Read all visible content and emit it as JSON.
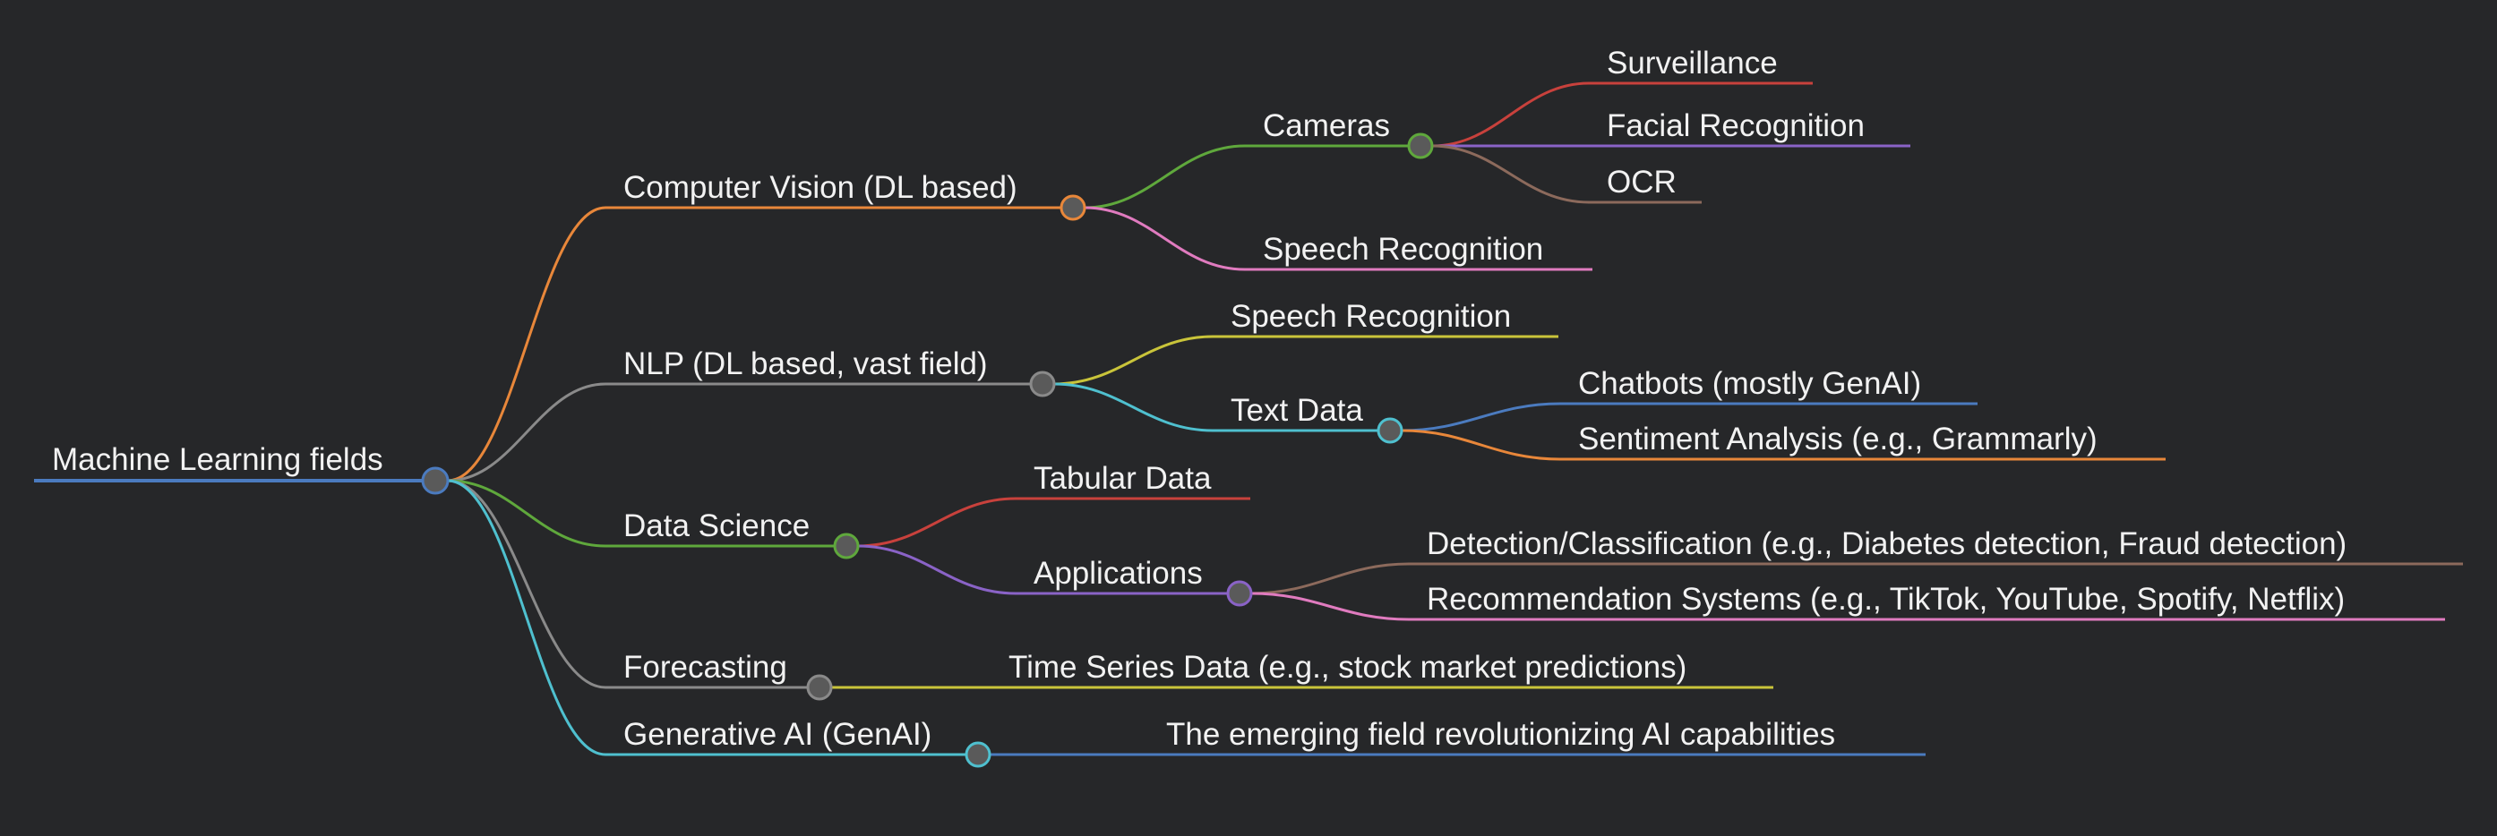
{
  "mindmap": {
    "root": {
      "label": "Machine Learning fields",
      "color": "#4b7bbf"
    },
    "branches": [
      {
        "label": "Computer Vision (DL based)",
        "color": "#e8873a",
        "children": [
          {
            "label": "Cameras",
            "color": "#5fa83c",
            "children": [
              {
                "label": "Surveillance",
                "color": "#c8413c"
              },
              {
                "label": "Facial Recognition",
                "color": "#8a63c7"
              },
              {
                "label": "OCR",
                "color": "#8c6a5c"
              }
            ]
          },
          {
            "label": "Speech Recognition",
            "color": "#e07bbf"
          }
        ]
      },
      {
        "label": "NLP (DL based, vast field)",
        "color": "#8a8a8a",
        "children": [
          {
            "label": "Speech Recognition",
            "color": "#c9c43a"
          },
          {
            "label": "Text Data",
            "color": "#4fc0cf",
            "children": [
              {
                "label": "Chatbots (mostly GenAI)",
                "color": "#4b7bbf"
              },
              {
                "label": "Sentiment Analysis (e.g., Grammarly)",
                "color": "#e8873a"
              }
            ]
          }
        ]
      },
      {
        "label": "Data Science",
        "color": "#5fa83c",
        "children": [
          {
            "label": "Tabular Data",
            "color": "#c8413c"
          },
          {
            "label": "Applications",
            "color": "#8a63c7",
            "children": [
              {
                "label": "Detection/Classification (e.g., Diabetes detection, Fraud detection)",
                "color": "#8c6a5c"
              },
              {
                "label": "Recommendation Systems (e.g., TikTok, YouTube, Spotify, Netflix)",
                "color": "#e07bbf"
              }
            ]
          }
        ]
      },
      {
        "label": "Forecasting",
        "color": "#8a8a8a",
        "children": [
          {
            "label": "Time Series Data (e.g., stock market predictions)",
            "color": "#c9c43a"
          }
        ]
      },
      {
        "label": "Generative AI (GenAI)",
        "color": "#4fc0cf",
        "children": [
          {
            "label": "The emerging field revolutionizing AI capabilities",
            "color": "#4b7bbf"
          }
        ]
      }
    ]
  }
}
